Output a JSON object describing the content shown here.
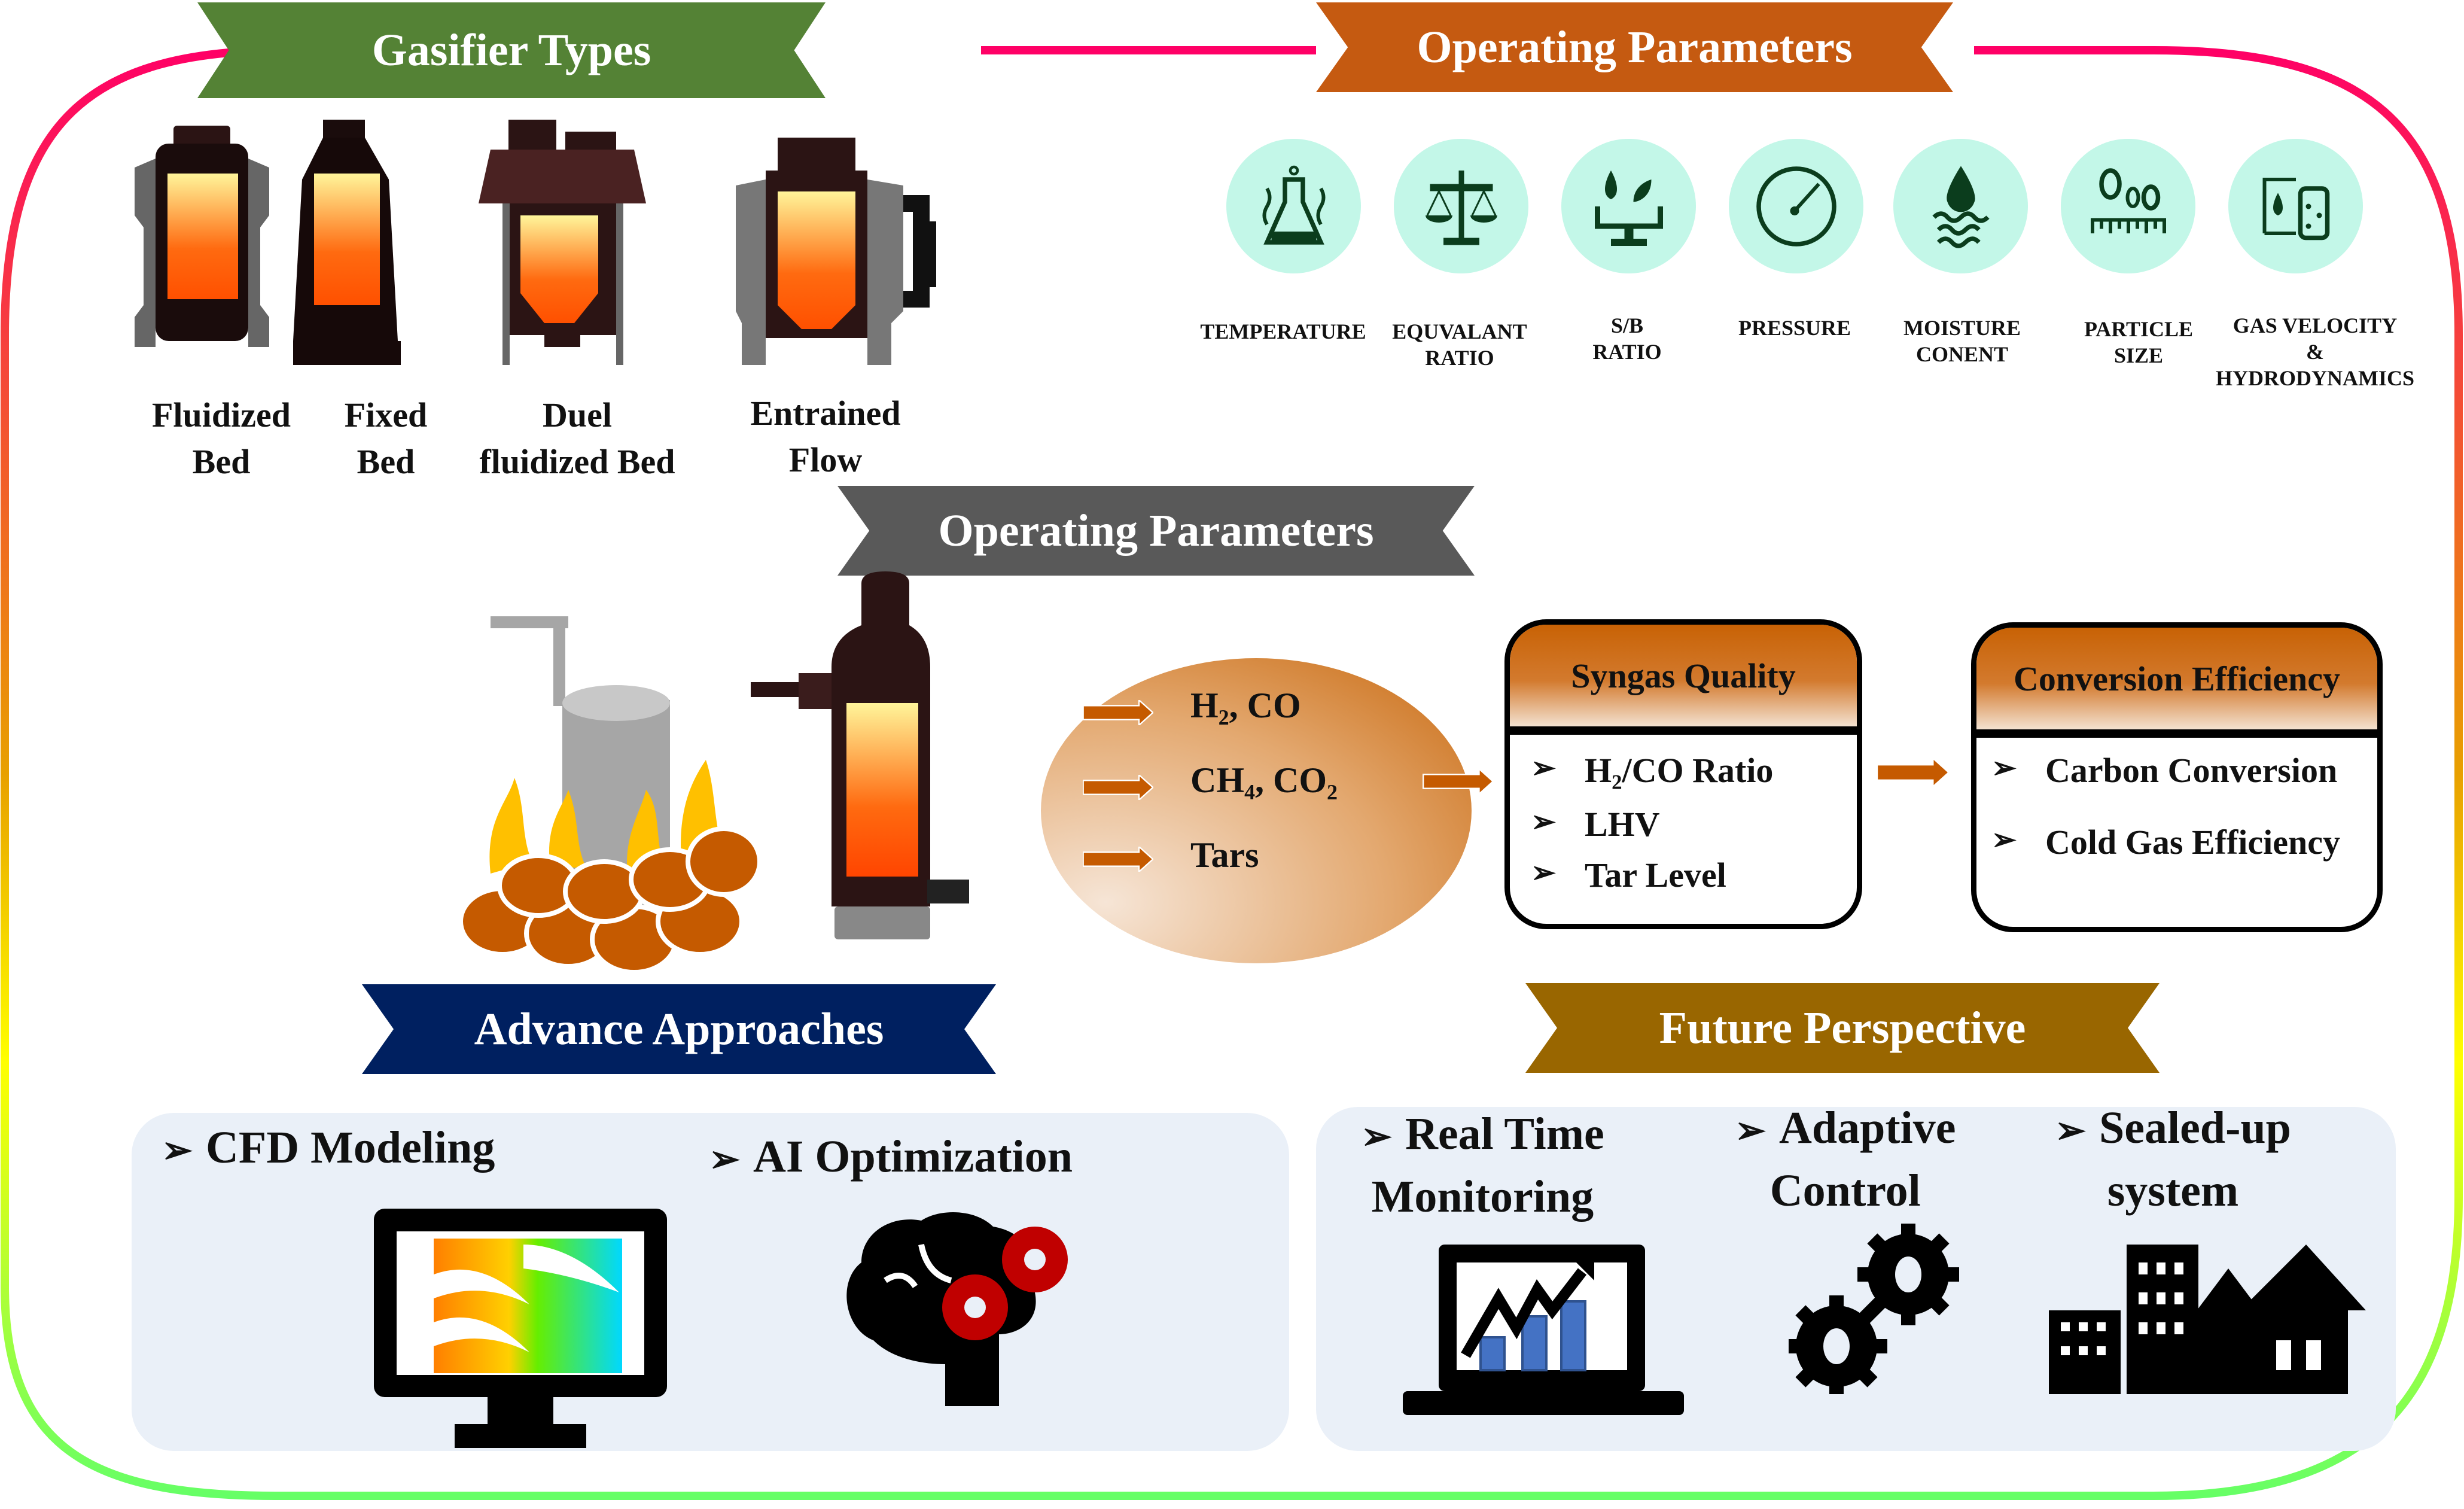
{
  "sections": {
    "gasifier_types": {
      "title": "Gasifier Types",
      "items": [
        {
          "line1": "Fluidized",
          "line2": "Bed"
        },
        {
          "line1": "Fixed",
          "line2": "Bed"
        },
        {
          "line1": "Duel",
          "line2": "fluidized Bed"
        },
        {
          "line1": "Entrained",
          "line2": "Flow"
        }
      ]
    },
    "operating_parameters_top": {
      "title": "Operating Parameters",
      "items": [
        {
          "icon": "thermometer-flask-icon",
          "line1": "TEMPERATURE",
          "line2": "",
          "line3": ""
        },
        {
          "icon": "balance-scale-icon",
          "line1": "EQUVALANT",
          "line2": "RATIO",
          "line3": ""
        },
        {
          "icon": "steam-biomass-icon",
          "line1": "S/B",
          "line2": "RATIO",
          "line3": ""
        },
        {
          "icon": "pressure-gauge-icon",
          "line1": "PRESSURE",
          "line2": "",
          "line3": ""
        },
        {
          "icon": "water-drop-icon",
          "line1": "MOISTURE",
          "line2": "CONENT",
          "line3": ""
        },
        {
          "icon": "particle-ruler-icon",
          "line1": "PARTICLE",
          "line2": "SIZE",
          "line3": ""
        },
        {
          "icon": "gas-flow-column-icon",
          "line1": "GAS VELOCITY",
          "line2": "&",
          "line3": "HYDRODYNAMICS"
        }
      ]
    },
    "operating_parameters_mid": {
      "title": "Operating Parameters",
      "products": [
        "H₂, CO",
        "CH₄, CO₂",
        "Tars"
      ],
      "syngas_quality": {
        "title": "Syngas Quality",
        "items": [
          "H₂/CO Ratio",
          "LHV",
          "Tar Level"
        ]
      },
      "conversion_efficiency": {
        "title": "Conversion Efficiency",
        "items": [
          "Carbon Conversion",
          "Cold Gas Efficiency"
        ]
      }
    },
    "advance_approaches": {
      "title": "Advance Approaches",
      "items": [
        "CFD Modeling",
        "AI Optimization"
      ]
    },
    "future_perspective": {
      "title": "Future Perspective",
      "items": [
        {
          "line1": "Real Time",
          "line2": "Monitoring"
        },
        {
          "line1": "Adaptive",
          "line2": "Control"
        },
        {
          "line1": "Sealed-up",
          "line2": "system"
        }
      ]
    }
  },
  "bullet_glyph": "➢",
  "colors": {
    "banner_green": "#548235",
    "banner_orange": "#c55a11",
    "banner_gray": "#595959",
    "banner_navy": "#002060",
    "banner_brown": "#996600",
    "accent_pink": "#ff0066",
    "accent_green": "#66ff66",
    "accent_cyan": "#00b0f0",
    "accent_orange": "#ff9900",
    "icon_circle": "#c3f7e8",
    "icon_dark": "#0b3d1d",
    "box_header": "#c86205",
    "panel_bg": "#eaf0f8"
  }
}
